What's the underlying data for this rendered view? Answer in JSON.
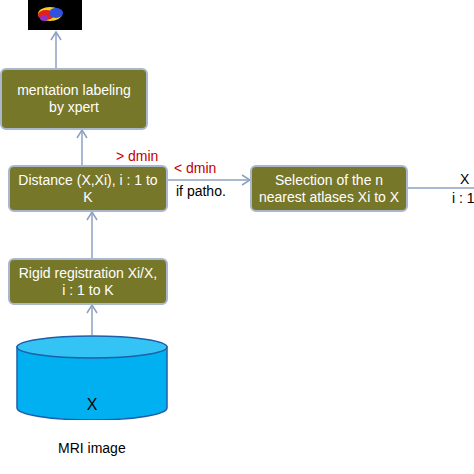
{
  "diagram": {
    "nodes": [
      {
        "text": [
          "mentation labeling by xpert"
        ]
      },
      {
        "text": [
          "Distance (X,Xi), i : 1 to K"
        ]
      },
      {
        "text": [
          "Selection of the n nearest atlases Xi to X"
        ]
      },
      {
        "text": [
          "Rigid registration Xi/X, i : 1 to K"
        ]
      },
      {
        "text": [
          "X"
        ]
      }
    ],
    "edges": [
      {
        "from": 4,
        "to": 3,
        "arrow": "to"
      },
      {
        "from": 3,
        "to": 1,
        "arrow": "to"
      },
      {
        "from": 1,
        "to": 0,
        "label": "> dmin",
        "arrow": "to"
      },
      {
        "from": 1,
        "to": 2,
        "label": "if patho.",
        "arrow": "to"
      }
    ],
    "labels": [
      "< dmin",
      "MRI image",
      "X",
      "i : 1"
    ]
  }
}
